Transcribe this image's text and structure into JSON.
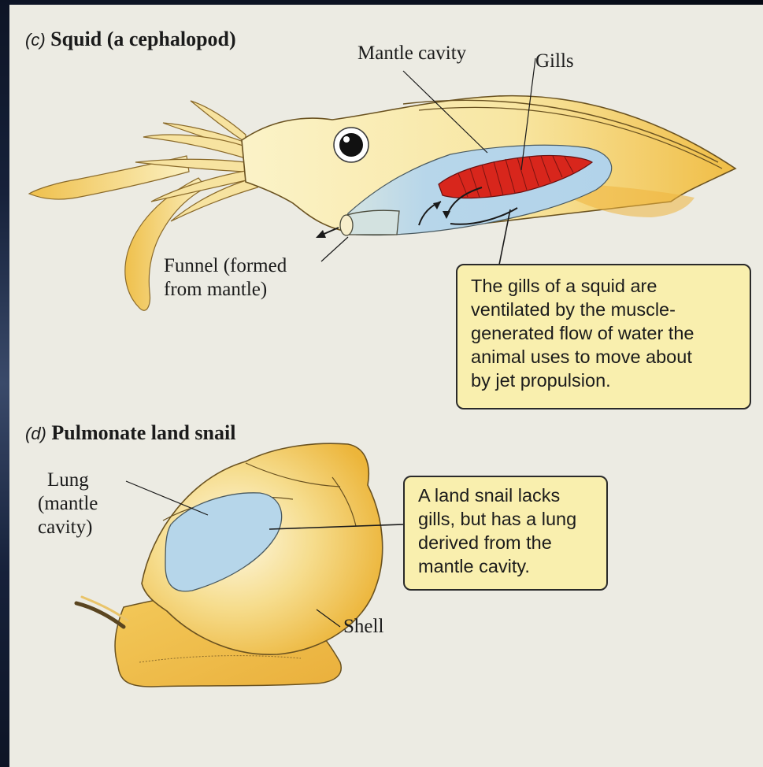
{
  "panels": [
    {
      "letter": "(c)",
      "title": "Squid (a cephalopod)",
      "labels": {
        "mantle_cavity": "Mantle cavity",
        "gills": "Gills",
        "funnel_line1": "Funnel (formed",
        "funnel_line2": "from mantle)"
      },
      "callout": [
        "The gills of a squid are",
        "ventilated by the muscle-",
        "generated flow of water the",
        "animal uses to move about",
        "by jet propulsion."
      ]
    },
    {
      "letter": "(d)",
      "title": "Pulmonate land snail",
      "labels": {
        "lung_line1": "Lung",
        "lung_line2": "(mantle",
        "lung_line3": "cavity)",
        "shell": "Shell"
      },
      "callout": [
        "A land snail lacks",
        "gills, but has a lung",
        "derived from the",
        "mantle cavity."
      ]
    }
  ],
  "colors": {
    "body_yellow": "#f1c24a",
    "body_light": "#fbf3c8",
    "mantle_blue": "#b6d6ea",
    "gill_red": "#d8261c",
    "callout_fill": "#f9efae",
    "page_bg": "#ecebe3"
  }
}
